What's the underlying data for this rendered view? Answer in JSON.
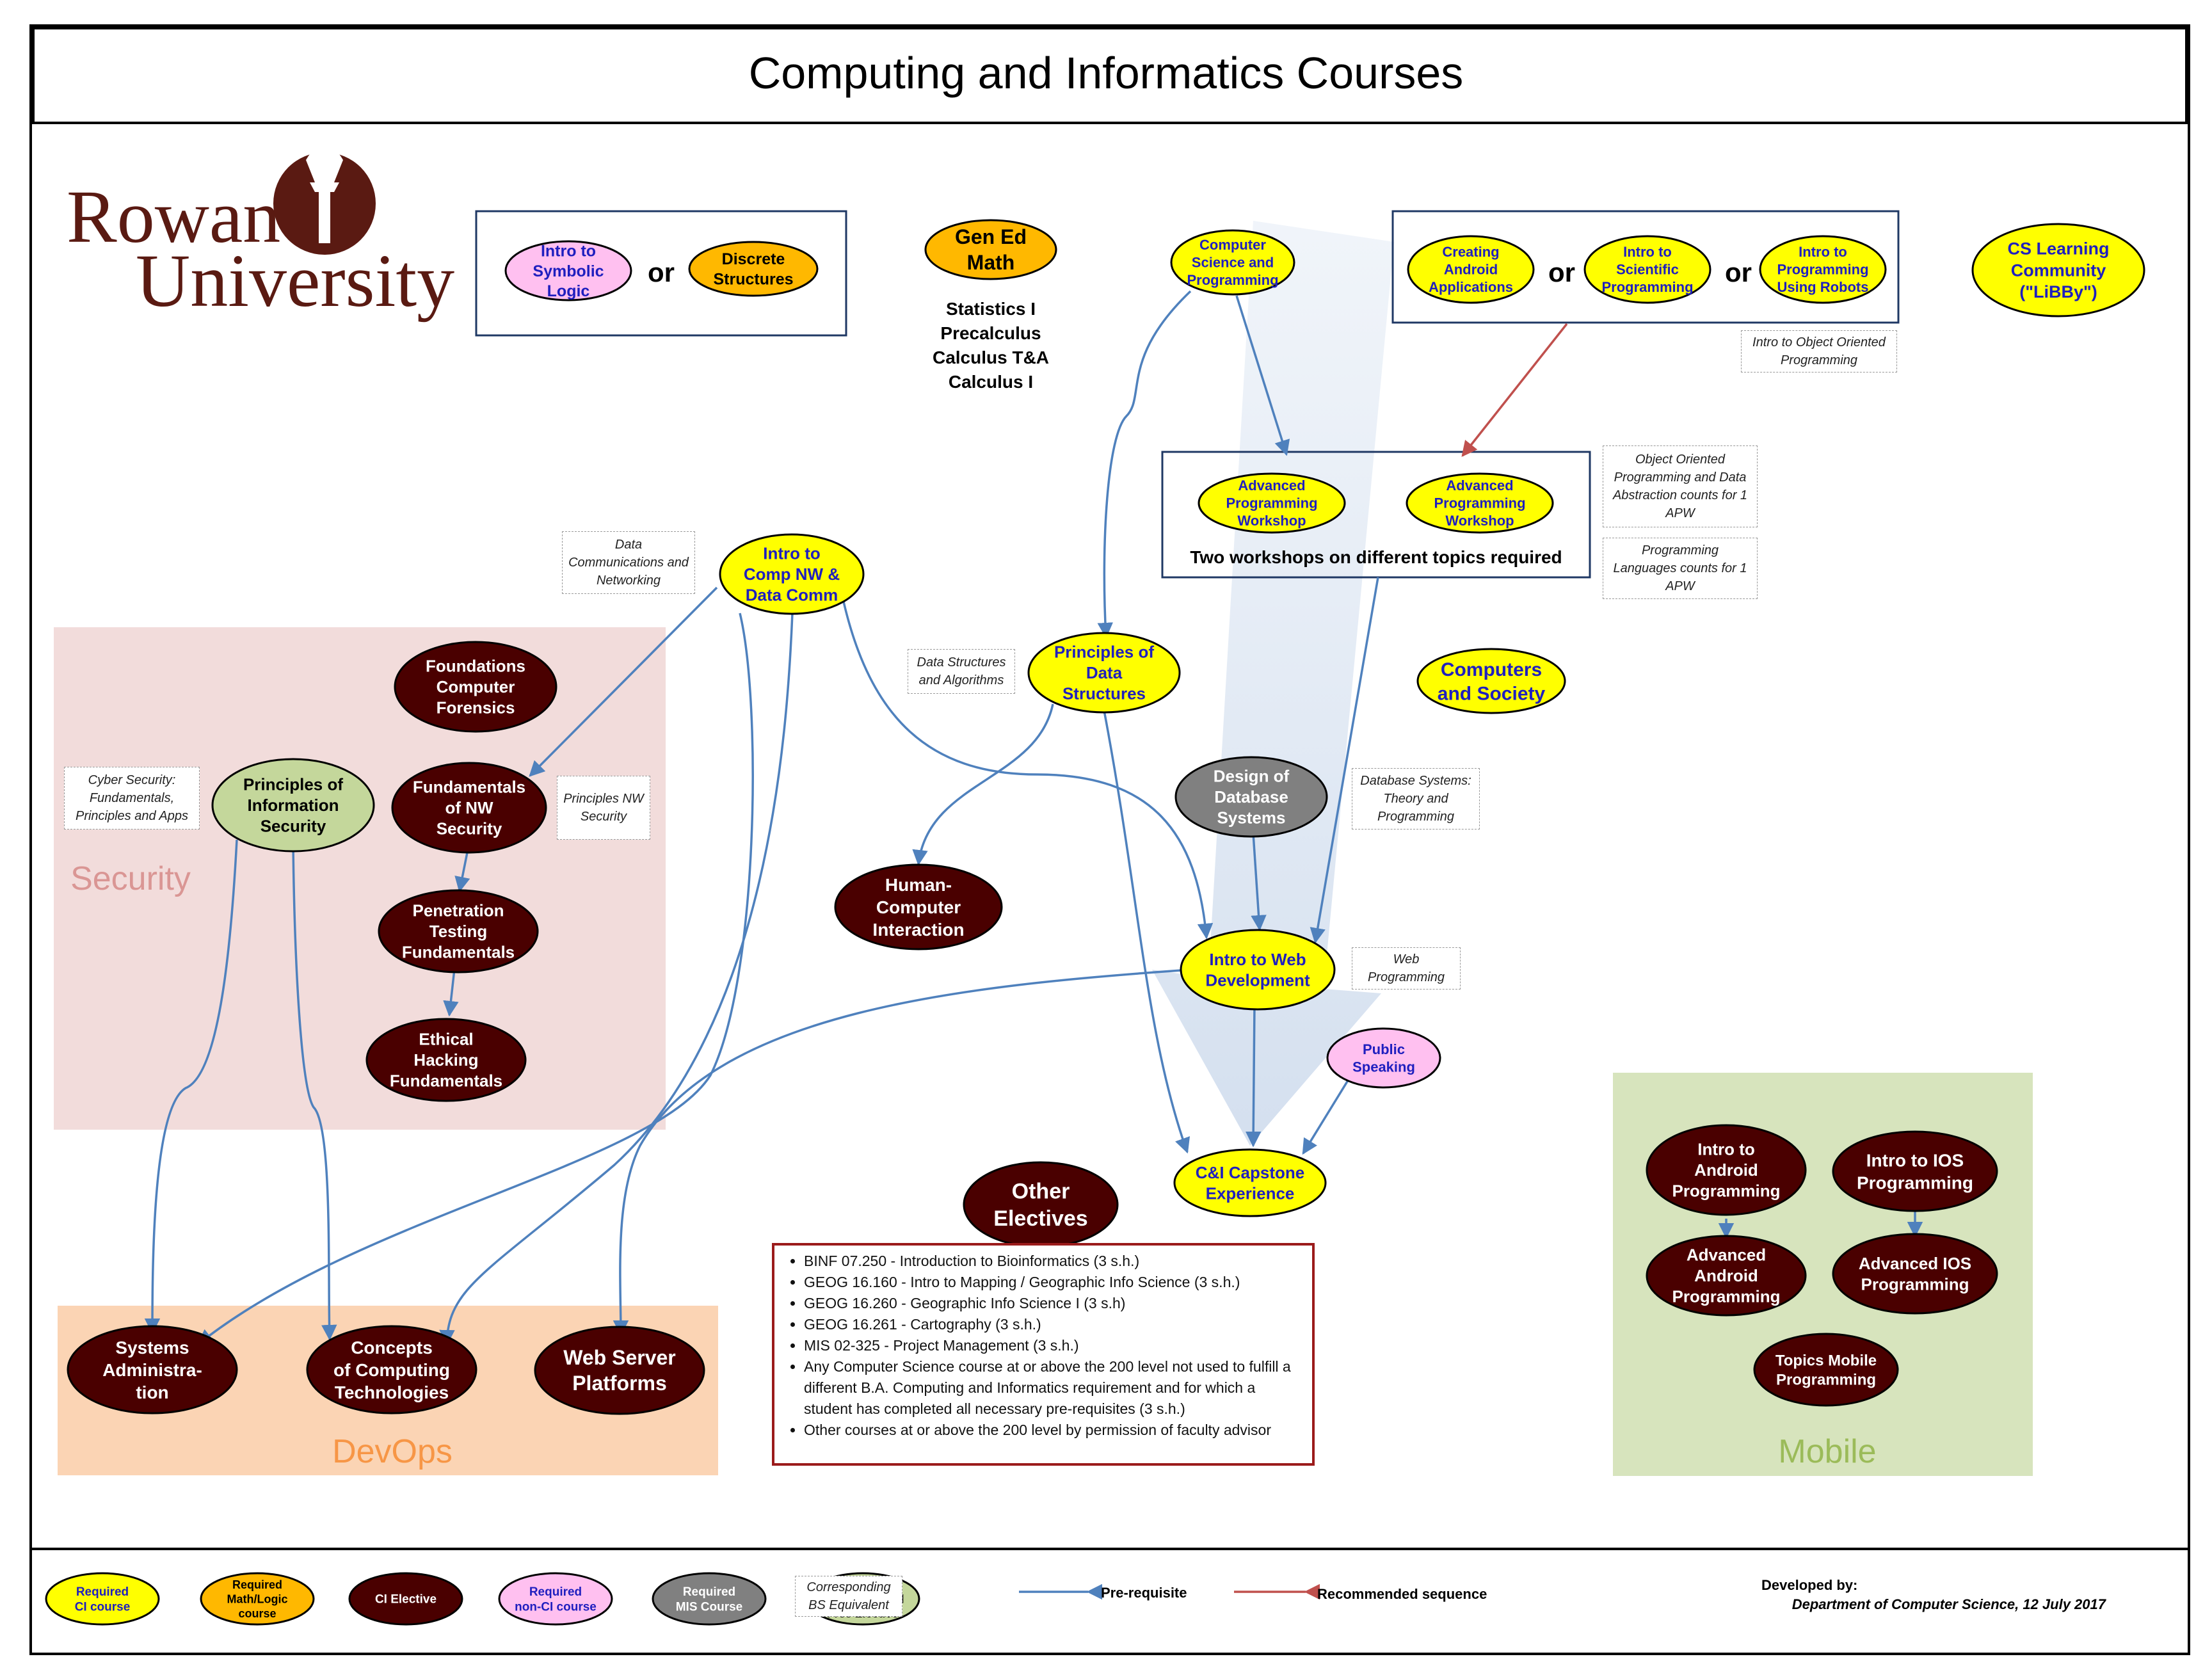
{
  "title": "Computing and Informatics Courses",
  "logo": {
    "line1": "Rowan",
    "line2": "University"
  },
  "colors": {
    "required_ci": "#ffff00",
    "required_math": "#ffb800",
    "ci_elective": "#4a0000",
    "required_nonci": "#ffc0f0",
    "required_mis": "#808080",
    "free_elective": "#c4d79b",
    "prereq_arrow": "#4f81bd",
    "recommended_arrow": "#c0504d",
    "security_region": "#f2dcdb",
    "devops_region": "#fbd4b4",
    "mobile_region": "#d7e4bd"
  },
  "regions": {
    "security": "Security",
    "devops": "DevOps",
    "mobile": "Mobile"
  },
  "or_word": "or",
  "courses": {
    "intro_symbolic_logic": {
      "lines": [
        "Intro to",
        "Symbolic",
        "Logic"
      ],
      "type": "required_nonci"
    },
    "discrete_structures": {
      "lines": [
        "Discrete",
        "Structures"
      ],
      "type": "required_math"
    },
    "gen_ed_math": {
      "lines": [
        "Gen Ed",
        "Math"
      ],
      "type": "required_math"
    },
    "cs_and_programming": {
      "lines": [
        "Computer",
        "Science and",
        "Programming"
      ],
      "type": "required_ci"
    },
    "creating_android_apps": {
      "lines": [
        "Creating",
        "Android",
        "Applications"
      ],
      "type": "required_ci"
    },
    "intro_scientific_programming": {
      "lines": [
        "Intro to",
        "Scientific",
        "Programming"
      ],
      "type": "required_ci"
    },
    "intro_programming_robots": {
      "lines": [
        "Intro to",
        "Programming",
        "Using Robots"
      ],
      "type": "required_ci"
    },
    "cs_learning_community": {
      "lines": [
        "CS Learning",
        "Community",
        "(\"LiBBy\")"
      ],
      "type": "required_ci"
    },
    "apw_1": {
      "lines": [
        "Advanced",
        "Programming",
        "Workshop"
      ],
      "type": "required_ci"
    },
    "apw_2": {
      "lines": [
        "Advanced",
        "Programming",
        "Workshop"
      ],
      "type": "required_ci"
    },
    "intro_comp_nw": {
      "lines": [
        "Intro to",
        "Comp NW &",
        "Data Comm"
      ],
      "type": "required_ci"
    },
    "principles_data_structures": {
      "lines": [
        "Principles of",
        "Data",
        "Structures"
      ],
      "type": "required_ci"
    },
    "computers_and_society": {
      "lines": [
        "Computers",
        "and Society"
      ],
      "type": "required_ci"
    },
    "foundations_forensics": {
      "lines": [
        "Foundations",
        "Computer",
        "Forensics"
      ],
      "type": "ci_elective"
    },
    "principles_info_security": {
      "lines": [
        "Principles of",
        "Information",
        "Security"
      ],
      "type": "free_elective"
    },
    "fundamentals_nw_security": {
      "lines": [
        "Fundamentals",
        "of NW",
        "Security"
      ],
      "type": "ci_elective"
    },
    "penetration_testing": {
      "lines": [
        "Penetration",
        "Testing",
        "Fundamentals"
      ],
      "type": "ci_elective"
    },
    "ethical_hacking": {
      "lines": [
        "Ethical",
        "Hacking",
        "Fundamentals"
      ],
      "type": "ci_elective"
    },
    "design_database": {
      "lines": [
        "Design of",
        "Database",
        "Systems"
      ],
      "type": "required_mis"
    },
    "human_computer_interaction": {
      "lines": [
        "Human-",
        "Computer",
        "Interaction"
      ],
      "type": "ci_elective"
    },
    "intro_web_dev": {
      "lines": [
        "Intro to Web",
        "Development"
      ],
      "type": "required_ci"
    },
    "public_speaking": {
      "lines": [
        "Public",
        "Speaking"
      ],
      "type": "required_nonci"
    },
    "capstone": {
      "lines": [
        "C&I Capstone",
        "Experience"
      ],
      "type": "required_ci"
    },
    "other_electives": {
      "lines": [
        "Other",
        "Electives"
      ],
      "type": "ci_elective"
    },
    "systems_admin": {
      "lines": [
        "Systems",
        "Administra-",
        "tion"
      ],
      "type": "ci_elective"
    },
    "concepts_computing_tech": {
      "lines": [
        "Concepts",
        "of Computing",
        "Technologies"
      ],
      "type": "ci_elective"
    },
    "web_server_platforms": {
      "lines": [
        "Web Server",
        "Platforms"
      ],
      "type": "ci_elective"
    },
    "intro_android_programming": {
      "lines": [
        "Intro to",
        "Android",
        "Programming"
      ],
      "type": "ci_elective"
    },
    "intro_ios_programming": {
      "lines": [
        "Intro to IOS",
        "Programming"
      ],
      "type": "ci_elective"
    },
    "advanced_android_programming": {
      "lines": [
        "Advanced",
        "Android",
        "Programming"
      ],
      "type": "ci_elective"
    },
    "advanced_ios_programming": {
      "lines": [
        "Advanced IOS",
        "Programming"
      ],
      "type": "ci_elective"
    },
    "topics_mobile_programming": {
      "lines": [
        "Topics Mobile",
        "Programming"
      ],
      "type": "ci_elective"
    }
  },
  "math_options": [
    "Statistics I",
    "Precalculus",
    "Calculus T&A",
    "Calculus I"
  ],
  "apw_caption": "Two workshops on different topics required",
  "notes": {
    "intro_oop": "Intro to Object Oriented Programming",
    "oop_data_abstraction": "Object Oriented Programming and Data Abstraction counts for 1 APW",
    "programming_languages": "Programming Languages counts for 1 APW",
    "data_comm_networking": "Data Communications and Networking",
    "data_structures_algorithms": "Data Structures and Algorithms",
    "cyber_security": "Cyber Security: Fundamentals, Principles and Apps",
    "principles_nw_security": "Principles NW Security",
    "database_systems": "Database Systems: Theory and Programming",
    "web_programming": "Web Programming"
  },
  "electives_list": [
    "BINF 07.250 - Introduction to Bioinformatics  (3 s.h.)",
    "GEOG 16.160 - Intro to Mapping / Geographic Info Science  (3 s.h.)",
    "GEOG 16.260  - Geographic Info Science  I  (3 s.h)",
    "GEOG 16.261  - Cartography   (3 s.h.)",
    "MIS 02-325 - Project Management  (3 s.h.)",
    "Any Computer Science course at or above the 200 level not used to fulfill a different B.A. Computing and Informatics requirement and for which a student has completed all necessary pre-requisites  (3 s.h.)",
    "Other courses at or above the 200 level by permission of faculty advisor"
  ],
  "legend": {
    "items": [
      {
        "lines": [
          "Required",
          "CI course"
        ],
        "type": "required_ci"
      },
      {
        "lines": [
          "Required",
          "Math/Logic",
          "course"
        ],
        "type": "required_math"
      },
      {
        "lines": [
          "CI Elective"
        ],
        "type": "ci_elective"
      },
      {
        "lines": [
          "Required",
          "non-CI course"
        ],
        "type": "required_nonci"
      },
      {
        "lines": [
          "Required",
          "MIS Course"
        ],
        "type": "required_mis"
      },
      {
        "lines": [
          "Highly",
          "Recommended",
          "Free Elective"
        ],
        "type": "free_elective"
      }
    ],
    "bs_equivalent": "Corresponding BS Equivalent",
    "prereq_label": "Pre-requisite",
    "recommended_label": "Recommended sequence",
    "developed_by": "Developed by:",
    "department": "Department of Computer Science, 12 July 2017"
  }
}
